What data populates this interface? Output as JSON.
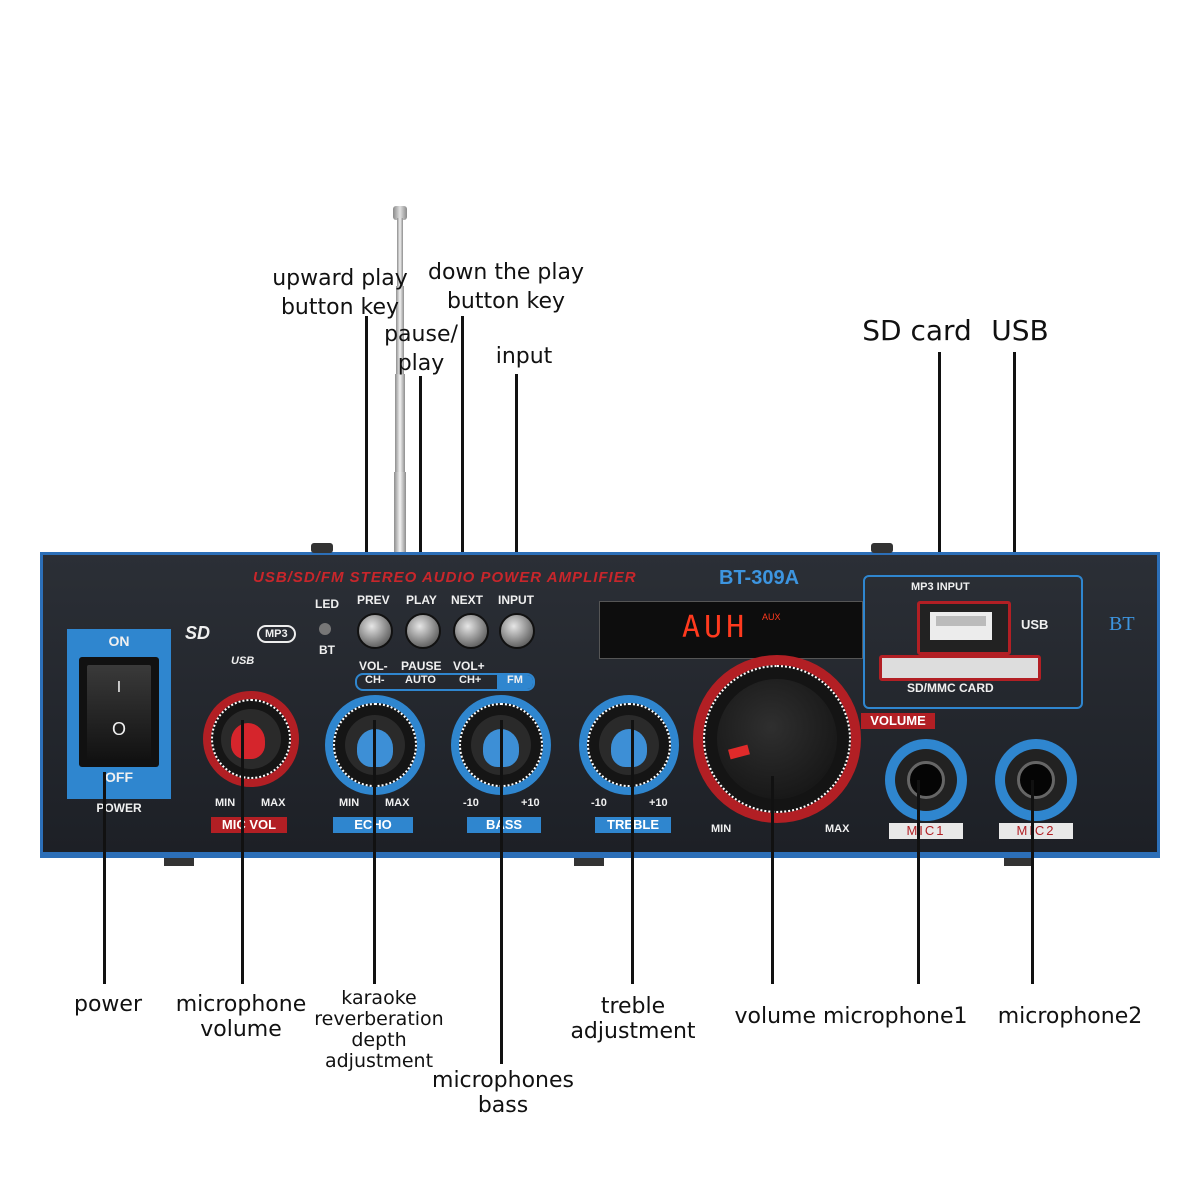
{
  "callouts": {
    "upward_play": [
      "upward play",
      "button key"
    ],
    "down_play": [
      "down the play",
      "button key"
    ],
    "pause_play": [
      "pause/",
      "play"
    ],
    "input": "input",
    "sd_card": "SD card",
    "usb": "USB",
    "power": "power",
    "mic_volume": [
      "microphone",
      "volume"
    ],
    "karaoke": [
      "karaoke",
      "reverberation",
      "depth",
      "adjustment"
    ],
    "mic_bass": [
      "microphones",
      "bass"
    ],
    "treble": [
      "treble",
      "adjustment"
    ],
    "volume_mic1": "volume microphone1",
    "mic2": "microphone2"
  },
  "panel": {
    "header": "USB/SD/FM STEREO AUDIO POWER AMPLIFIER",
    "model": "BT-309A",
    "led": "LED",
    "bt_small": "BT",
    "sd_logo": "SD",
    "mp3_logo": "MP3",
    "usb_logo": "USB",
    "buttons_top": [
      "PREV",
      "PLAY",
      "NEXT",
      "INPUT"
    ],
    "buttons_bottom": [
      "VOL-",
      "PAUSE",
      "VOL+"
    ],
    "strip": [
      "CH-",
      "AUTO",
      "CH+",
      "FM"
    ],
    "display": "AUH",
    "display_aux": "AUX",
    "power_on": "ON",
    "power_off": "OFF",
    "power_label": "POWER",
    "switch_i": "I",
    "switch_o": "O",
    "mic_vol": "MIC VOL",
    "echo": "ECHO",
    "bass": "BASS",
    "treble": "TREBLE",
    "min": "MIN",
    "max": "MAX",
    "minus10": "-10",
    "plus10": "+10",
    "volume_tag": "VOLUME",
    "mp3_input": "MP3 INPUT",
    "usb_port": "USB",
    "sd_mmc": "SD/MMC CARD",
    "bt_corner": "BT",
    "mic1": "MIC1",
    "mic2": "MIC2"
  },
  "colors": {
    "accent_blue": "#2c6fb8",
    "knob_blue": "#3d8fd6",
    "ring_red": "#b21f24",
    "panel": "#24272d"
  }
}
